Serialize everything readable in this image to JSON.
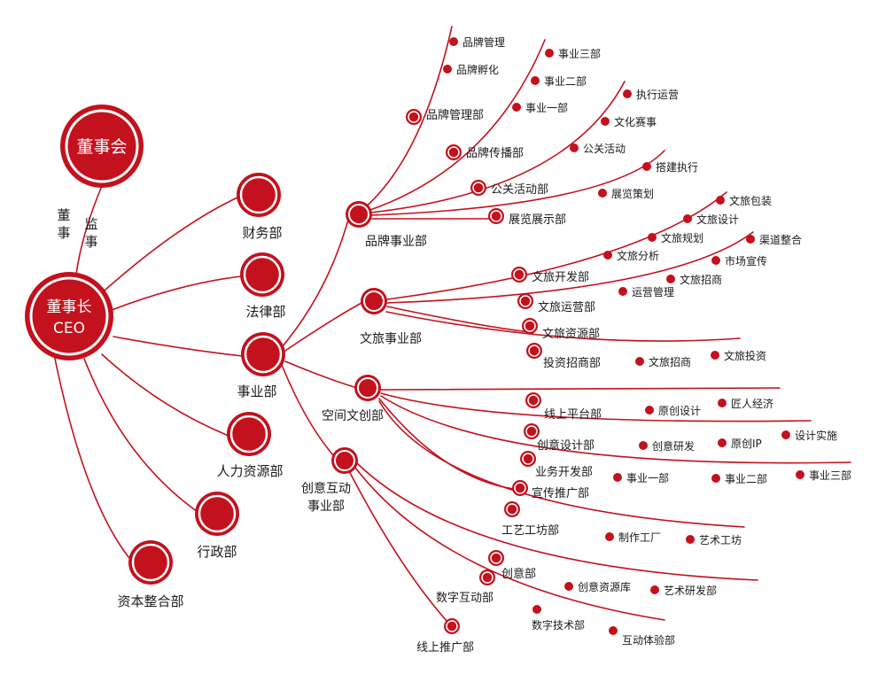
{
  "colors": {
    "primary": "#c3111d",
    "text": "#1a1a1a",
    "on_primary": "#ffffff"
  },
  "board": {
    "label": "董事会"
  },
  "board_relation": {
    "left": [
      "董",
      "事"
    ],
    "right": [
      "监",
      "事"
    ]
  },
  "ceo": {
    "label_lines": [
      "董事长",
      "CEO"
    ]
  },
  "departments": {
    "finance": "财务部",
    "legal": "法律部",
    "business": "事业部",
    "hr": "人力资源部",
    "admin": "行政部",
    "capital": "资本整合部"
  },
  "divisions": {
    "brand": "品牌事业部",
    "culture_travel": "文旅事业部",
    "space_creative": "空间文创部",
    "creative_interactive": [
      "创意互动",
      "事业部"
    ]
  },
  "brand_units": {
    "brand_management": {
      "name": "品牌管理部",
      "items": [
        "品牌管理",
        "品牌孵化"
      ]
    },
    "brand_communication": {
      "name": "品牌传播部",
      "items": [
        "事业三部",
        "事业二部",
        "事业一部"
      ]
    },
    "pr_events": {
      "name": "公关活动部",
      "items": [
        "执行运营",
        "文化赛事",
        "公关活动"
      ]
    },
    "exhibition": {
      "name": "展览展示部",
      "items": [
        "搭建执行",
        "展览策划"
      ]
    }
  },
  "travel_units": {
    "development": {
      "name": "文旅开发部",
      "items": [
        "文旅包装",
        "文旅设计",
        "文旅规划",
        "文旅分析"
      ]
    },
    "operation": {
      "name": "文旅运营部",
      "items": [
        "渠道整合",
        "市场宣传",
        "文旅招商",
        "运营管理"
      ]
    },
    "resources": {
      "name": "文旅资源部"
    },
    "investment": {
      "name": "投资招商部",
      "items": [
        "文旅招商",
        "文旅投资"
      ]
    }
  },
  "space_units": {
    "online_platform": {
      "name": "线上平台部",
      "items": [
        "原创设计",
        "匠人经济"
      ]
    },
    "creative_design": {
      "name": "创意设计部",
      "items": [
        "创意研发",
        "原创IP",
        "设计实施"
      ]
    },
    "business_dev": {
      "name": "业务开发部",
      "items": [
        "事业一部",
        "事业二部",
        "事业三部"
      ]
    },
    "promotion": {
      "name": "宣传推广部"
    },
    "craft_workshop": {
      "name": "工艺工坊部",
      "items": [
        "制作工厂",
        "艺术工坊"
      ]
    }
  },
  "interactive_units": {
    "creative": {
      "name": "创意部",
      "items": [
        "创意资源库",
        "艺术研发部"
      ]
    },
    "digital": {
      "name": "数字互动部",
      "items": [
        "数字技术部",
        "互动体验部"
      ]
    },
    "online_promo": {
      "name": "线上推广部"
    }
  }
}
